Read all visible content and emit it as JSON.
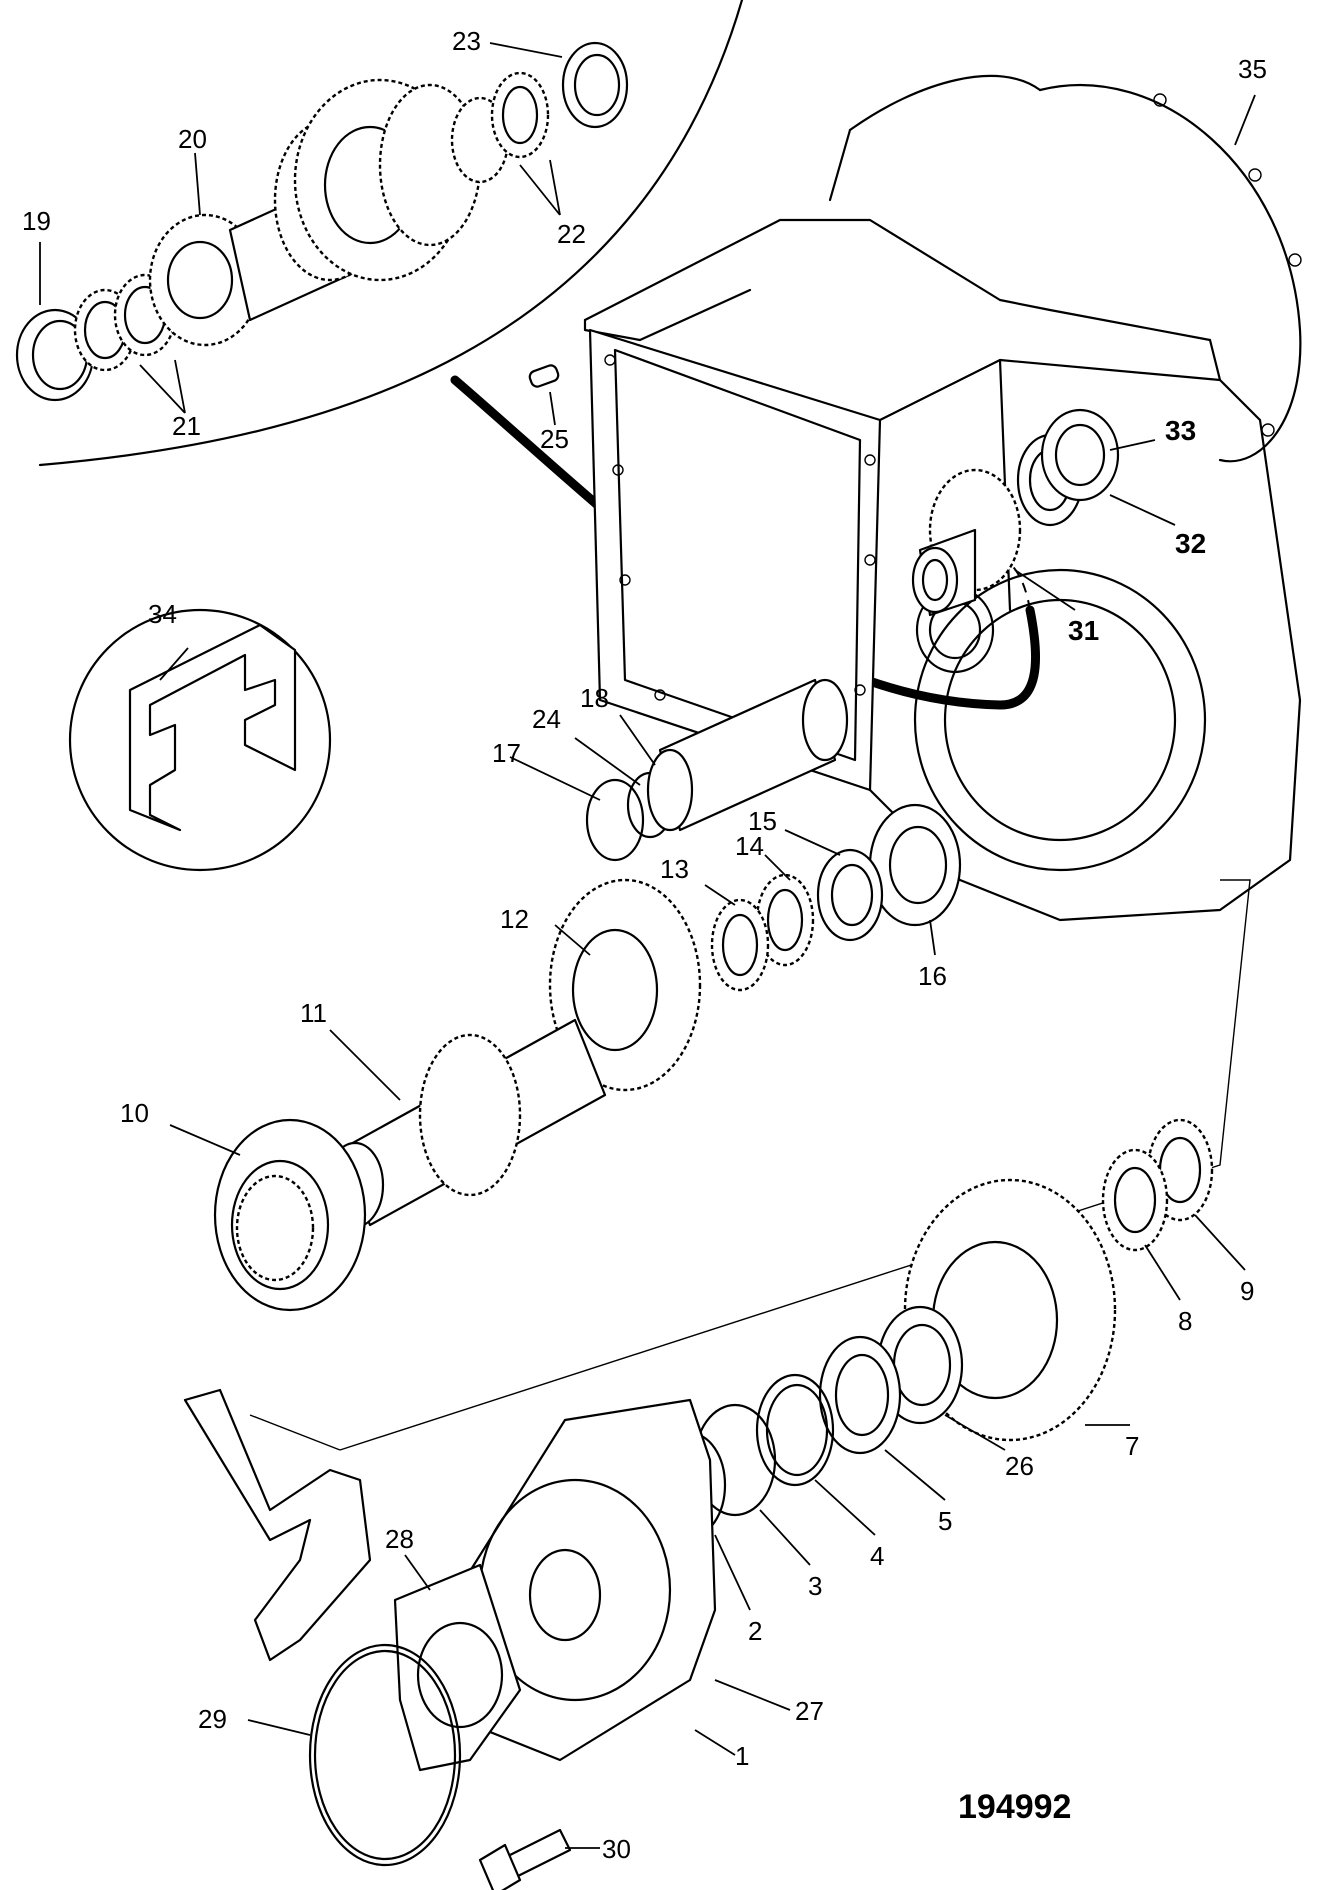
{
  "figure": {
    "reference_number": "194992"
  },
  "callouts": [
    {
      "id": "1",
      "label": "1"
    },
    {
      "id": "2",
      "label": "2"
    },
    {
      "id": "3",
      "label": "3"
    },
    {
      "id": "4",
      "label": "4"
    },
    {
      "id": "5",
      "label": "5"
    },
    {
      "id": "7",
      "label": "7"
    },
    {
      "id": "8",
      "label": "8"
    },
    {
      "id": "9",
      "label": "9"
    },
    {
      "id": "10",
      "label": "10"
    },
    {
      "id": "11",
      "label": "11"
    },
    {
      "id": "12",
      "label": "12"
    },
    {
      "id": "13",
      "label": "13"
    },
    {
      "id": "14",
      "label": "14"
    },
    {
      "id": "15",
      "label": "15"
    },
    {
      "id": "16",
      "label": "16"
    },
    {
      "id": "17",
      "label": "17"
    },
    {
      "id": "18",
      "label": "18"
    },
    {
      "id": "19",
      "label": "19"
    },
    {
      "id": "20",
      "label": "20"
    },
    {
      "id": "21",
      "label": "21"
    },
    {
      "id": "22",
      "label": "22"
    },
    {
      "id": "23",
      "label": "23"
    },
    {
      "id": "24",
      "label": "24"
    },
    {
      "id": "25",
      "label": "25"
    },
    {
      "id": "26",
      "label": "26"
    },
    {
      "id": "27",
      "label": "27"
    },
    {
      "id": "28",
      "label": "28"
    },
    {
      "id": "29",
      "label": "29"
    },
    {
      "id": "30",
      "label": "30"
    },
    {
      "id": "31",
      "label": "31"
    },
    {
      "id": "32",
      "label": "32"
    },
    {
      "id": "33",
      "label": "33"
    },
    {
      "id": "34",
      "label": "34"
    },
    {
      "id": "35",
      "label": "35"
    }
  ]
}
